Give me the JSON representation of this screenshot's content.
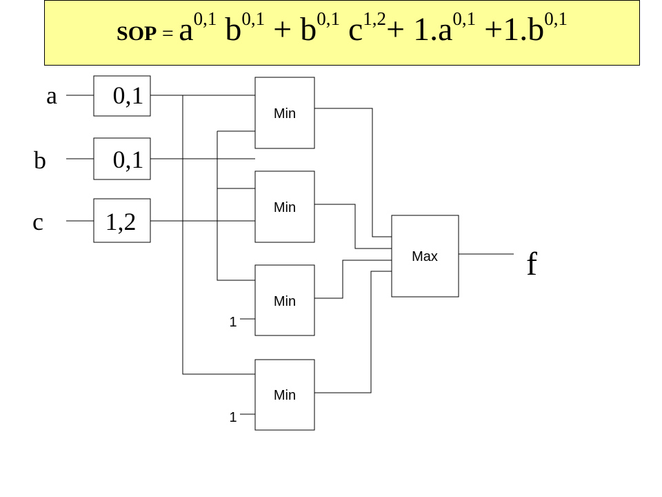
{
  "formula": {
    "lead": "SOP",
    "eq": " = ",
    "terms": [
      {
        "base": "a",
        "sup": "0,1",
        "sep": " "
      },
      {
        "base": "b",
        "sup": "0,1",
        "sep": " + "
      },
      {
        "base": "b",
        "sup": "0,1",
        "sep": " "
      },
      {
        "base": "c",
        "sup": "1,2",
        "sep": "+ "
      },
      {
        "base": "1.a",
        "sup": "0,1",
        "sep": " +"
      },
      {
        "base": "1.b",
        "sup": "0,1",
        "sep": ""
      }
    ]
  },
  "inputs": [
    {
      "name": "a",
      "range": "0,1"
    },
    {
      "name": "b",
      "range": "0,1"
    },
    {
      "name": "c",
      "range": "1,2"
    }
  ],
  "min_gates": [
    "Min",
    "Min",
    "Min",
    "Min"
  ],
  "constants": [
    "1",
    "1"
  ],
  "max_gate": "Max",
  "output": "f"
}
